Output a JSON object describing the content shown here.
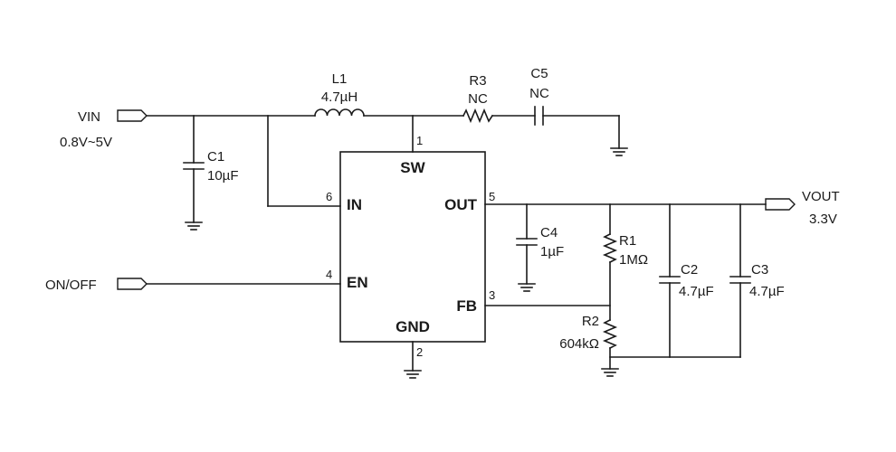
{
  "ports": {
    "vin": {
      "name": "VIN",
      "value": "0.8V~5V"
    },
    "onoff": {
      "name": "ON/OFF"
    },
    "vout": {
      "name": "VOUT",
      "value": "3.3V"
    }
  },
  "ic": {
    "pins": [
      {
        "num": "1",
        "name": "SW"
      },
      {
        "num": "6",
        "name": "IN"
      },
      {
        "num": "5",
        "name": "OUT"
      },
      {
        "num": "4",
        "name": "EN"
      },
      {
        "num": "3",
        "name": "FB"
      },
      {
        "num": "2",
        "name": "GND"
      }
    ]
  },
  "components": {
    "c1": {
      "ref": "C1",
      "value": "10µF"
    },
    "l1": {
      "ref": "L1",
      "value": "4.7µH"
    },
    "r3": {
      "ref": "R3",
      "value": "NC"
    },
    "c5": {
      "ref": "C5",
      "value": "NC"
    },
    "c4": {
      "ref": "C4",
      "value": "1µF"
    },
    "r1": {
      "ref": "R1",
      "value": "1MΩ"
    },
    "r2": {
      "ref": "R2",
      "value": "604kΩ"
    },
    "c2": {
      "ref": "C2",
      "value": "4.7µF"
    },
    "c3": {
      "ref": "C3",
      "value": "4.7µF"
    }
  }
}
